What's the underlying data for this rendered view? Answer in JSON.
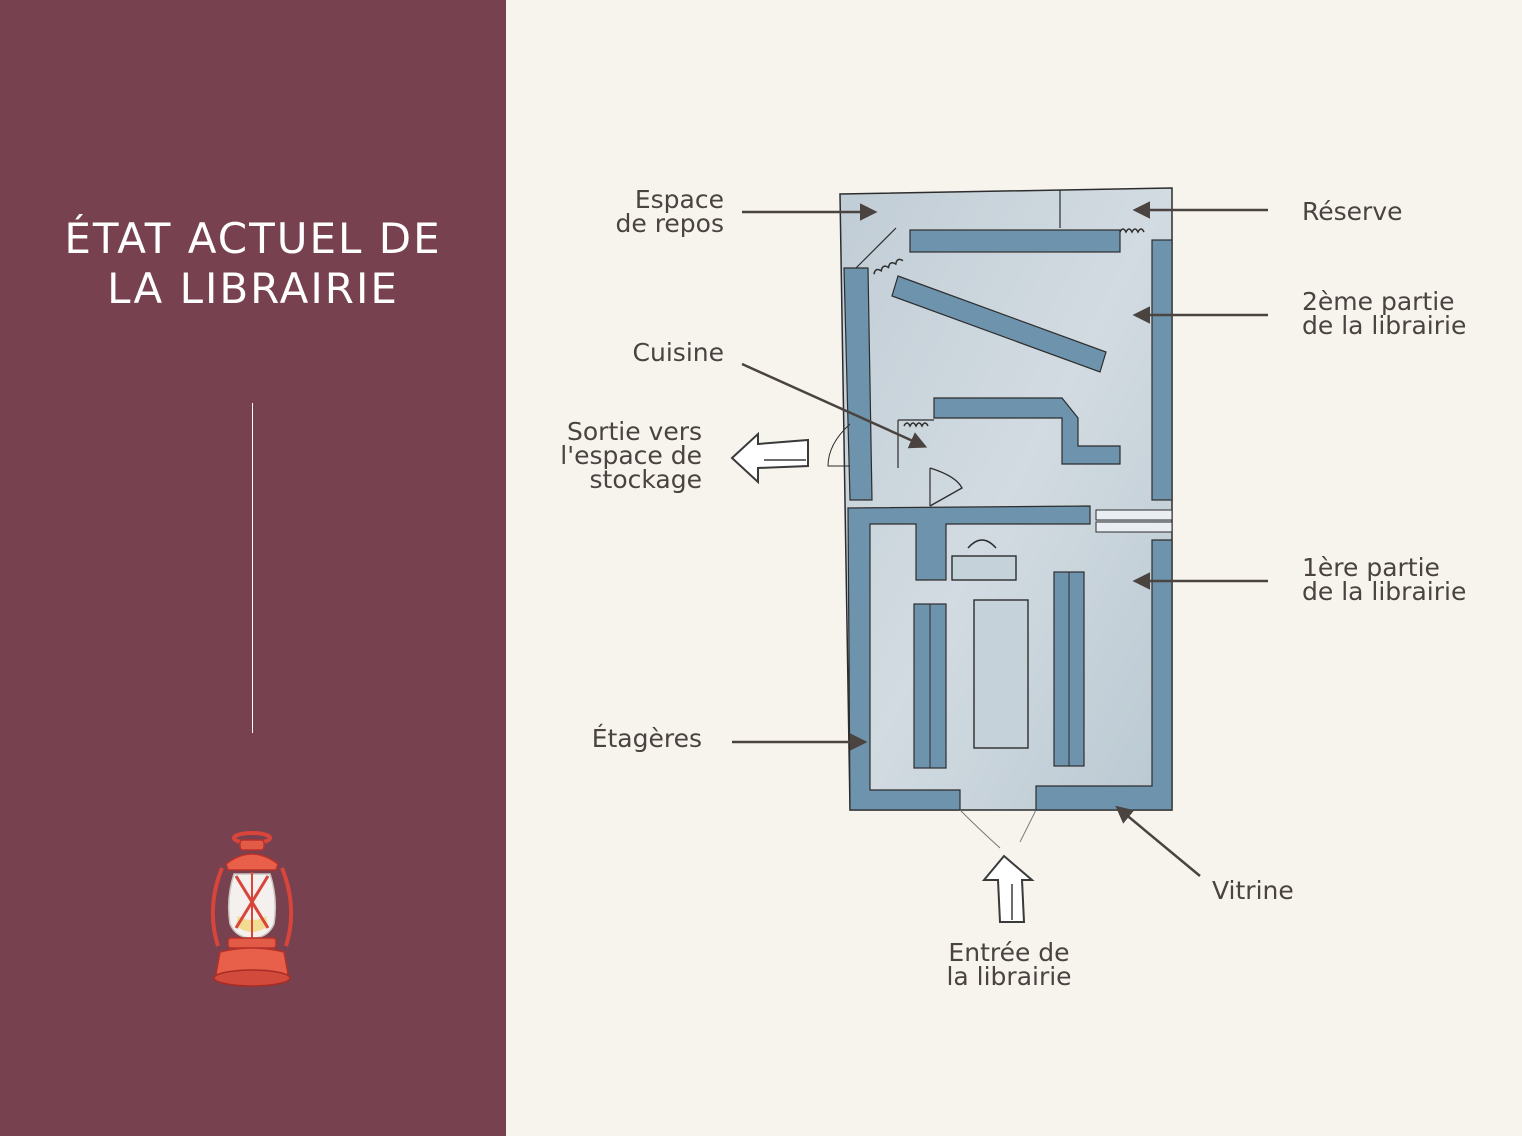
{
  "sidebar": {
    "title_line1": "ÉTAT ACTUEL DE",
    "title_line2": "LA LIBRAIRIE",
    "background": "#77414f",
    "decoration_icon": "lantern-icon"
  },
  "diagram": {
    "labels": {
      "espace_repos": "Espace\nde repos",
      "reserve": "Réserve",
      "deuxieme_partie": "2ème partie\nde la librairie",
      "cuisine": "Cuisine",
      "sortie": "Sortie vers\nl'espace de\nstockage",
      "premiere_partie": "1ère partie\nde la librairie",
      "etageres": "Étagères",
      "vitrine": "Vitrine",
      "entree": "Entrée de\nla librairie"
    },
    "colors": {
      "wall_fill": "#6e93ad",
      "floor_fill": "#c4d0d8",
      "arrow": "#4a4340",
      "background": "#f7f4ee"
    }
  }
}
